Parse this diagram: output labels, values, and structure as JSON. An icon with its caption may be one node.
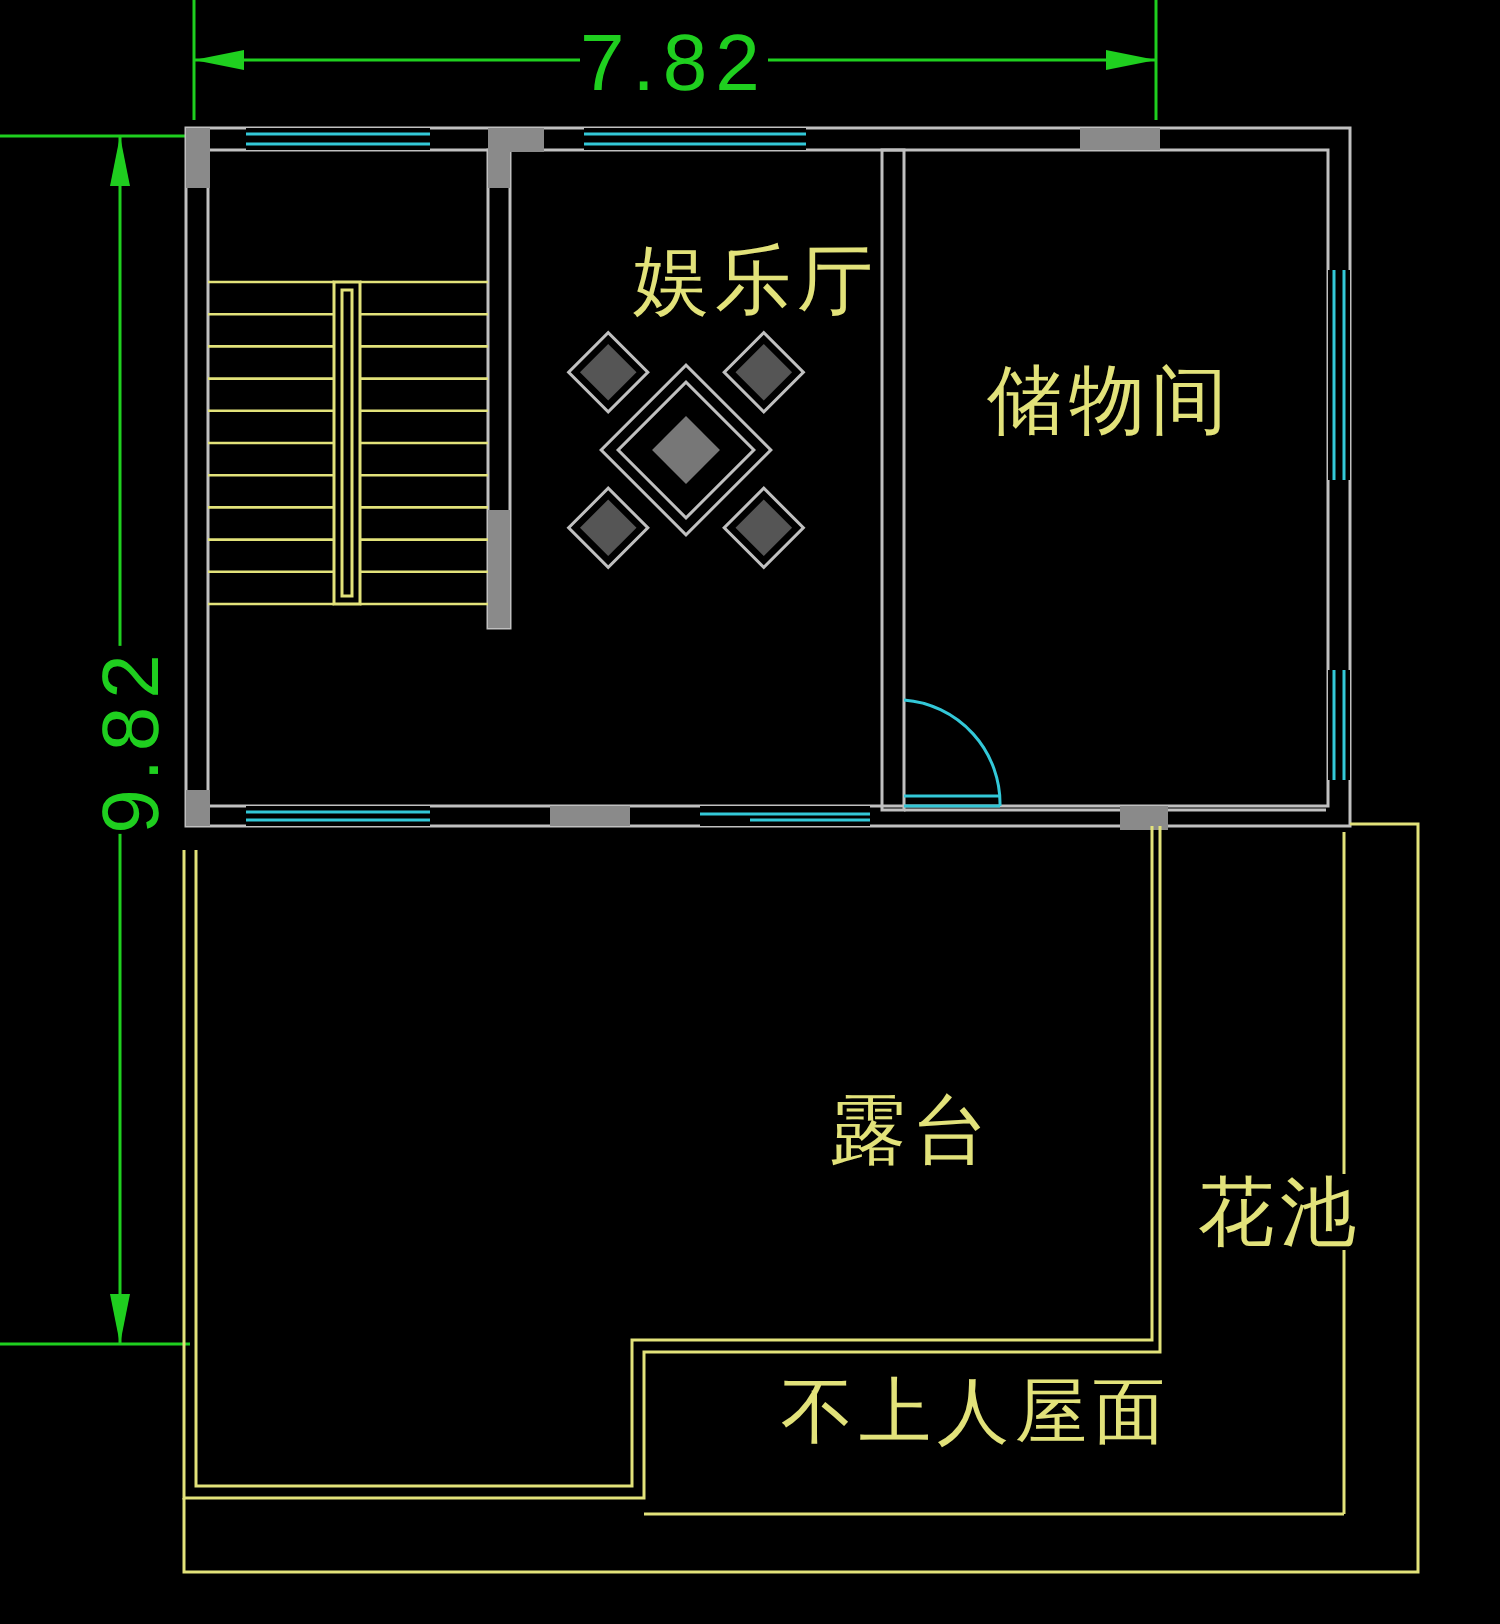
{
  "diagram": {
    "labels": [
      "7.82",
      "娱乐厅",
      "储物间",
      "9.82",
      "露台",
      "花池",
      "不上人屋面"
    ]
  }
}
